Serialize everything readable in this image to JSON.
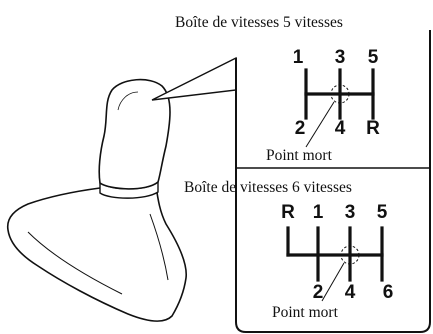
{
  "gearbox5": {
    "title": "Boîte de vitesses 5 vitesses",
    "top_gears": [
      "1",
      "3",
      "5"
    ],
    "bottom_gears": [
      "2",
      "4",
      "R"
    ],
    "neutral_label": "Point mort"
  },
  "gearbox6": {
    "title": "Boîte de vitesses 6 vitesses",
    "top_gears": [
      "R",
      "1",
      "3",
      "5"
    ],
    "bottom_gears": [
      "2",
      "4",
      "6"
    ],
    "neutral_label": "Point mort"
  }
}
